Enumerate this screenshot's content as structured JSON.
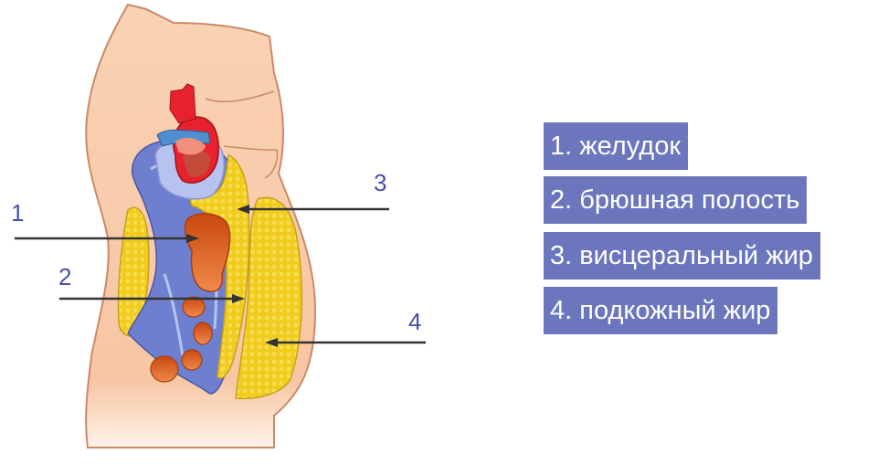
{
  "diagram": {
    "callouts": [
      {
        "number": "1",
        "target": "stomach"
      },
      {
        "number": "2",
        "target": "abdominal-cavity"
      },
      {
        "number": "3",
        "target": "visceral-fat"
      },
      {
        "number": "4",
        "target": "subcutaneous-fat"
      }
    ]
  },
  "legend": {
    "items": [
      {
        "label": "1. желудок"
      },
      {
        "label": "2. брюшная полость"
      },
      {
        "label": "3. висцеральный жир"
      },
      {
        "label": "4. подкожный жир"
      }
    ]
  },
  "colors": {
    "label_bg": "#6b76bd",
    "label_text": "#ffffff",
    "number_text": "#4a4fa6",
    "skin": "#f7c9a6",
    "fat": "#f2cc1d",
    "organ": "#d9581b",
    "cavity": "#6f7fcf",
    "heart": "#e8222c",
    "arrow": "#333333"
  }
}
